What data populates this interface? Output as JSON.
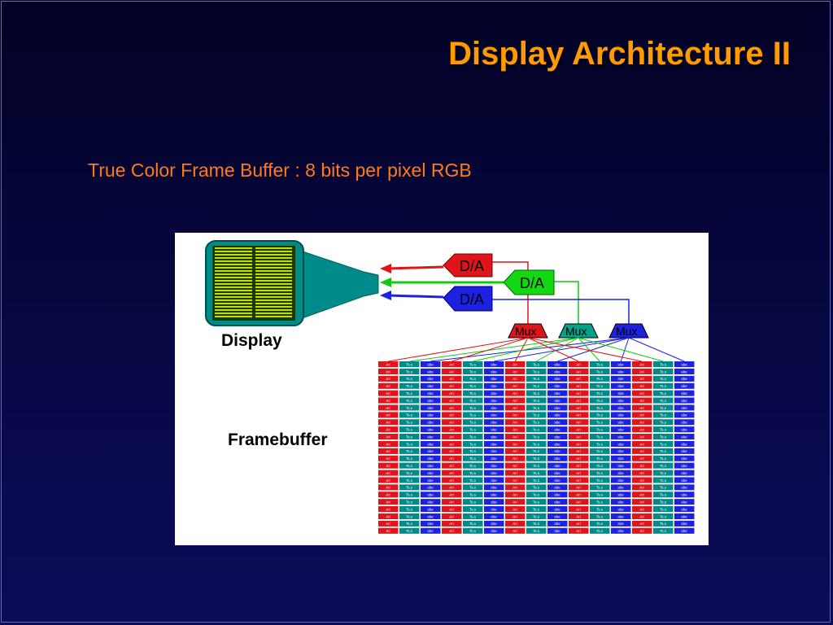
{
  "slide": {
    "title": "Display Architecture II",
    "subtitle": "True Color Frame Buffer : 8 bits per pixel RGB"
  },
  "diagram": {
    "display_label": "Display",
    "framebuffer_label": "Framebuffer",
    "dac_label": "D/A",
    "mux_label": "Mux",
    "channels": [
      "red",
      "green",
      "blue"
    ],
    "framebuffer": {
      "rows": 24,
      "cols": 15,
      "cell_labels": [
        "Ari",
        "Ts.s",
        "sbe"
      ]
    }
  },
  "colors": {
    "title": "#ff9a00",
    "subtitle": "#ff7a1a",
    "red": "#e0151b",
    "green": "#14c814",
    "blue": "#1d22e0",
    "teal": "#008b8b",
    "screen": "#c8e000"
  }
}
